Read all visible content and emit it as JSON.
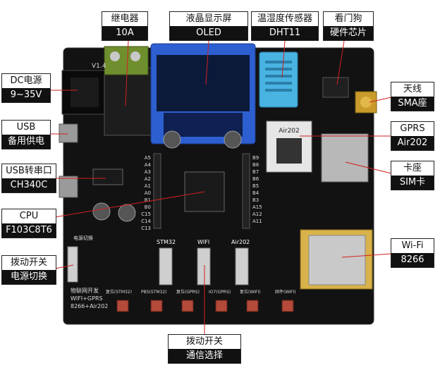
{
  "board": {
    "version": "V1.4",
    "silk_main": [
      "物联网开发",
      "WIFI+GPRS",
      "8266+Air202"
    ],
    "switch_labels": [
      "STM32",
      "WIFI",
      "Air202"
    ],
    "button_labels": [
      "复位(STM32)",
      "PB5(STM32)",
      "复位(GPRS)",
      "IO7(GPRS)",
      "复位(WIFI)",
      "固件(WIFI)"
    ],
    "power_switch_label": "电源切换",
    "air202_chip_text": "Air202",
    "pin_labels_left": [
      "A5",
      "A4",
      "A3",
      "A2",
      "A1",
      "A0",
      "B1",
      "B0",
      "C15",
      "C14",
      "C13"
    ],
    "pin_labels_right": [
      "B9",
      "B8",
      "B7",
      "B6",
      "B5",
      "B4",
      "B3",
      "A15",
      "A12",
      "A11"
    ]
  },
  "callouts": [
    {
      "id": "relay",
      "title": "继电器",
      "value": "10A"
    },
    {
      "id": "oled",
      "title": "液晶显示屏",
      "value": "OLED"
    },
    {
      "id": "dht",
      "title": "温湿度传感器",
      "value": "DHT11"
    },
    {
      "id": "watchdog",
      "title": "看门狗",
      "value": "硬件芯片"
    },
    {
      "id": "dc",
      "title": "DC电源",
      "value": "9~35V"
    },
    {
      "id": "antenna",
      "title": "天线",
      "value": "SMA座"
    },
    {
      "id": "usb",
      "title": "USB",
      "value": "备用供电"
    },
    {
      "id": "gprs",
      "title": "GPRS",
      "value": "Air202"
    },
    {
      "id": "usbserial",
      "title": "USB转串口",
      "value": "CH340C"
    },
    {
      "id": "sim",
      "title": "卡座",
      "value": "SIM卡"
    },
    {
      "id": "cpu",
      "title": "CPU",
      "value": "F103C8T6"
    },
    {
      "id": "wifi",
      "title": "Wi-Fi",
      "value": "8266"
    },
    {
      "id": "toggle",
      "title": "拨动开关",
      "value": "电源切换"
    },
    {
      "id": "comm",
      "title": "拨动开关",
      "value": "通信选择"
    }
  ],
  "colors": {
    "pcb": "#121212",
    "relay": "#1d1d1d",
    "terminal": "#6f8f2e",
    "oled_frame": "#2d5fd0",
    "oled_screen": "#0c1a3a",
    "dht": "#49b3e2",
    "wifi_shield": "#c9c9c9",
    "leader": "#d02020"
  }
}
